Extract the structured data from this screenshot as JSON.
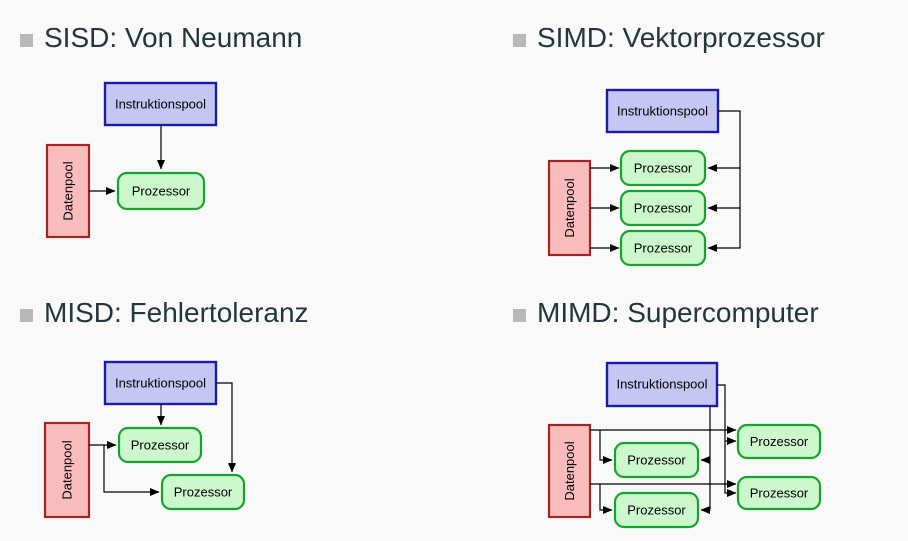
{
  "slide": {
    "background": "#f9f9f9",
    "heading_color": "#23373b",
    "bullet_color": "#b8b8b8"
  },
  "sections": {
    "sisd": {
      "title": "SISD: Von Neumann"
    },
    "simd": {
      "title": "SIMD: Vektorprozessor"
    },
    "misd": {
      "title": "MISD: Fehlertoleranz"
    },
    "mimd": {
      "title": "MIMD: Supercomputer"
    }
  },
  "labels": {
    "instruction_pool": "Instruktionspool",
    "data_pool": "Datenpool",
    "processor": "Prozessor"
  },
  "colors": {
    "instruction_pool_fill": "#c6c6f2",
    "instruction_pool_border": "#1c1ca8",
    "data_pool_fill": "#f8bcbc",
    "data_pool_border": "#a32620",
    "processor_fill": "#cdf7cc",
    "processor_border": "#18a32e",
    "arrow": "#000000"
  }
}
